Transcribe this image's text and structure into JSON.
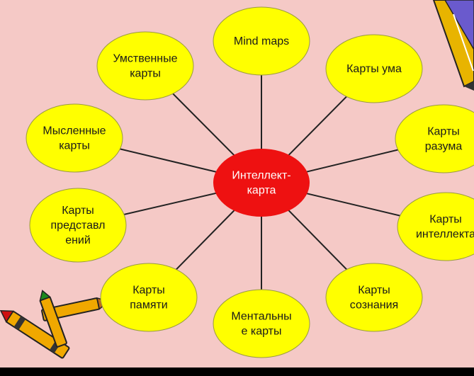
{
  "diagram": {
    "center": {
      "lines": [
        "Интеллект-",
        "карта"
      ]
    },
    "nodes": [
      {
        "lines": [
          "Mind maps"
        ]
      },
      {
        "lines": [
          "Карты ума"
        ]
      },
      {
        "lines": [
          "Карты",
          "разума"
        ]
      },
      {
        "lines": [
          "Карты",
          "интеллекта"
        ]
      },
      {
        "lines": [
          "Карты",
          "сознания"
        ]
      },
      {
        "lines": [
          "Ментальны",
          "е карты"
        ]
      },
      {
        "lines": [
          "Карты",
          "памяти"
        ]
      },
      {
        "lines": [
          "Карты",
          "представл",
          "ений"
        ]
      },
      {
        "lines": [
          "Мысленные",
          "карты"
        ]
      },
      {
        "lines": [
          "Умственные",
          "карты"
        ]
      }
    ]
  },
  "colors": {
    "background": "#f5c9c6",
    "center_fill": "#ee1111",
    "node_fill": "#ffff00",
    "connector": "#222222"
  },
  "decorations": {
    "top_right": "pencil-clipart-icon",
    "bottom_left": "crayons-clipart-icon"
  }
}
